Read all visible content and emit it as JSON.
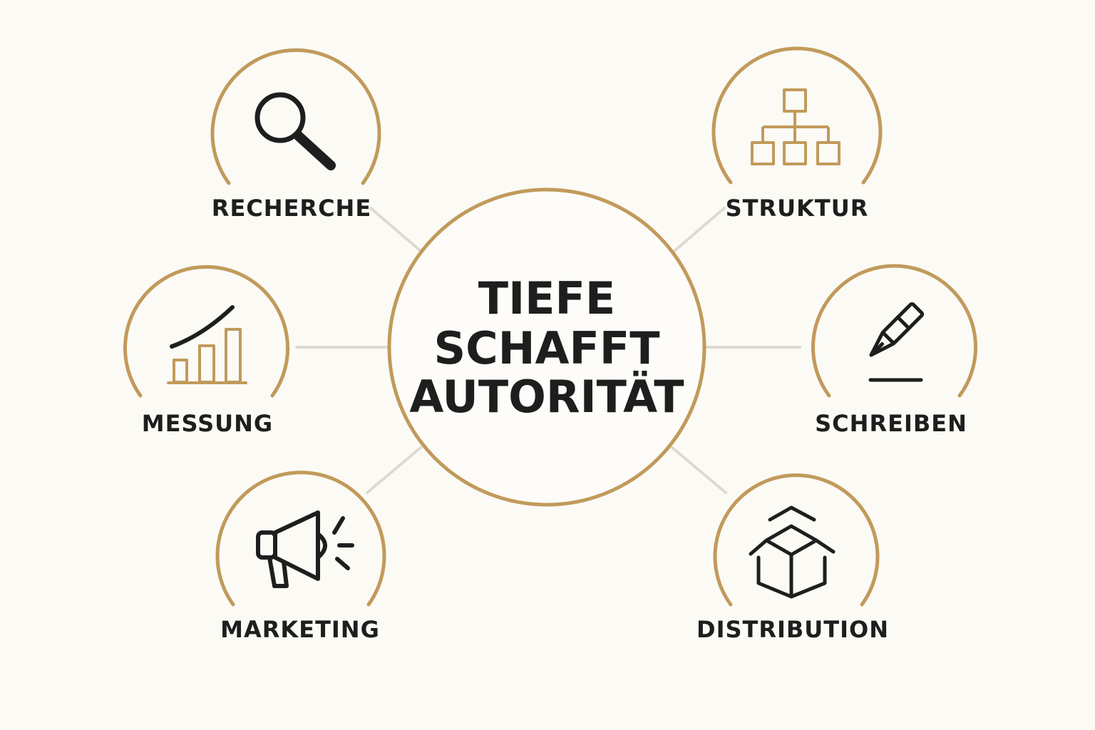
{
  "center": {
    "line1": "TIEFE",
    "line2": "SCHAFFT",
    "line3": "AUTORITÄT"
  },
  "nodes": [
    {
      "label": "RECHERCHE",
      "icon": "magnifier-icon"
    },
    {
      "label": "STRUKTUR",
      "icon": "hierarchy-icon"
    },
    {
      "label": "MESSUNG",
      "icon": "bar-chart-icon"
    },
    {
      "label": "SCHREIBEN",
      "icon": "pen-icon"
    },
    {
      "label": "MARKETING",
      "icon": "megaphone-icon"
    },
    {
      "label": "DISTRIBUTION",
      "icon": "box-icon"
    }
  ],
  "colors": {
    "background": "#fbfaf5",
    "gold": "#c19a5b",
    "dark": "#1e1e1e",
    "connector": "#dcdad2"
  }
}
